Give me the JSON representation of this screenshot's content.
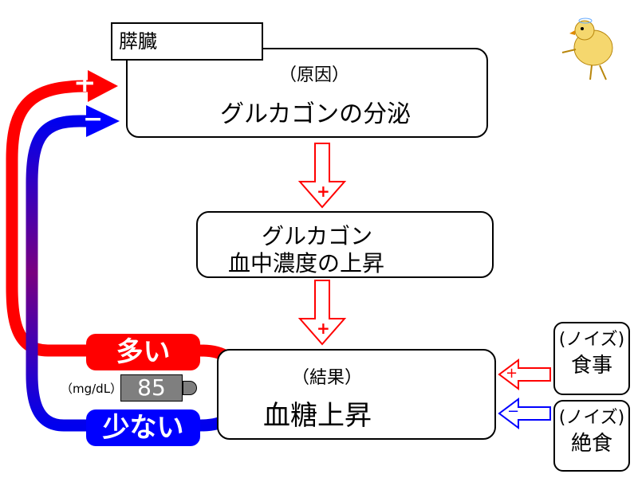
{
  "organ_label": "膵臓",
  "cause_box": {
    "tag": "（原因）",
    "text": "グルカゴンの分泌"
  },
  "middle_box": {
    "line1": "グルカゴン",
    "line2": "血中濃度の上昇"
  },
  "result_box": {
    "tag": "（結果）",
    "text": "血糖上昇"
  },
  "feedback": {
    "high_label": "多い",
    "low_label": "少ない",
    "plus_sign": "+",
    "minus_sign": "−"
  },
  "meter": {
    "unit": "（mg/dL）",
    "value": "85"
  },
  "flow_signs": {
    "arrow1": "+",
    "arrow2": "+"
  },
  "noise_food": {
    "tag": "(ノイズ)",
    "text": "食事",
    "sign": "+"
  },
  "noise_fast": {
    "tag": "(ノイズ)",
    "text": "絶食",
    "sign": "−"
  },
  "colors": {
    "red": "#ff0000",
    "blue": "#0000ff",
    "dark_red": "#e00000",
    "gray": "#7f7f7f"
  }
}
